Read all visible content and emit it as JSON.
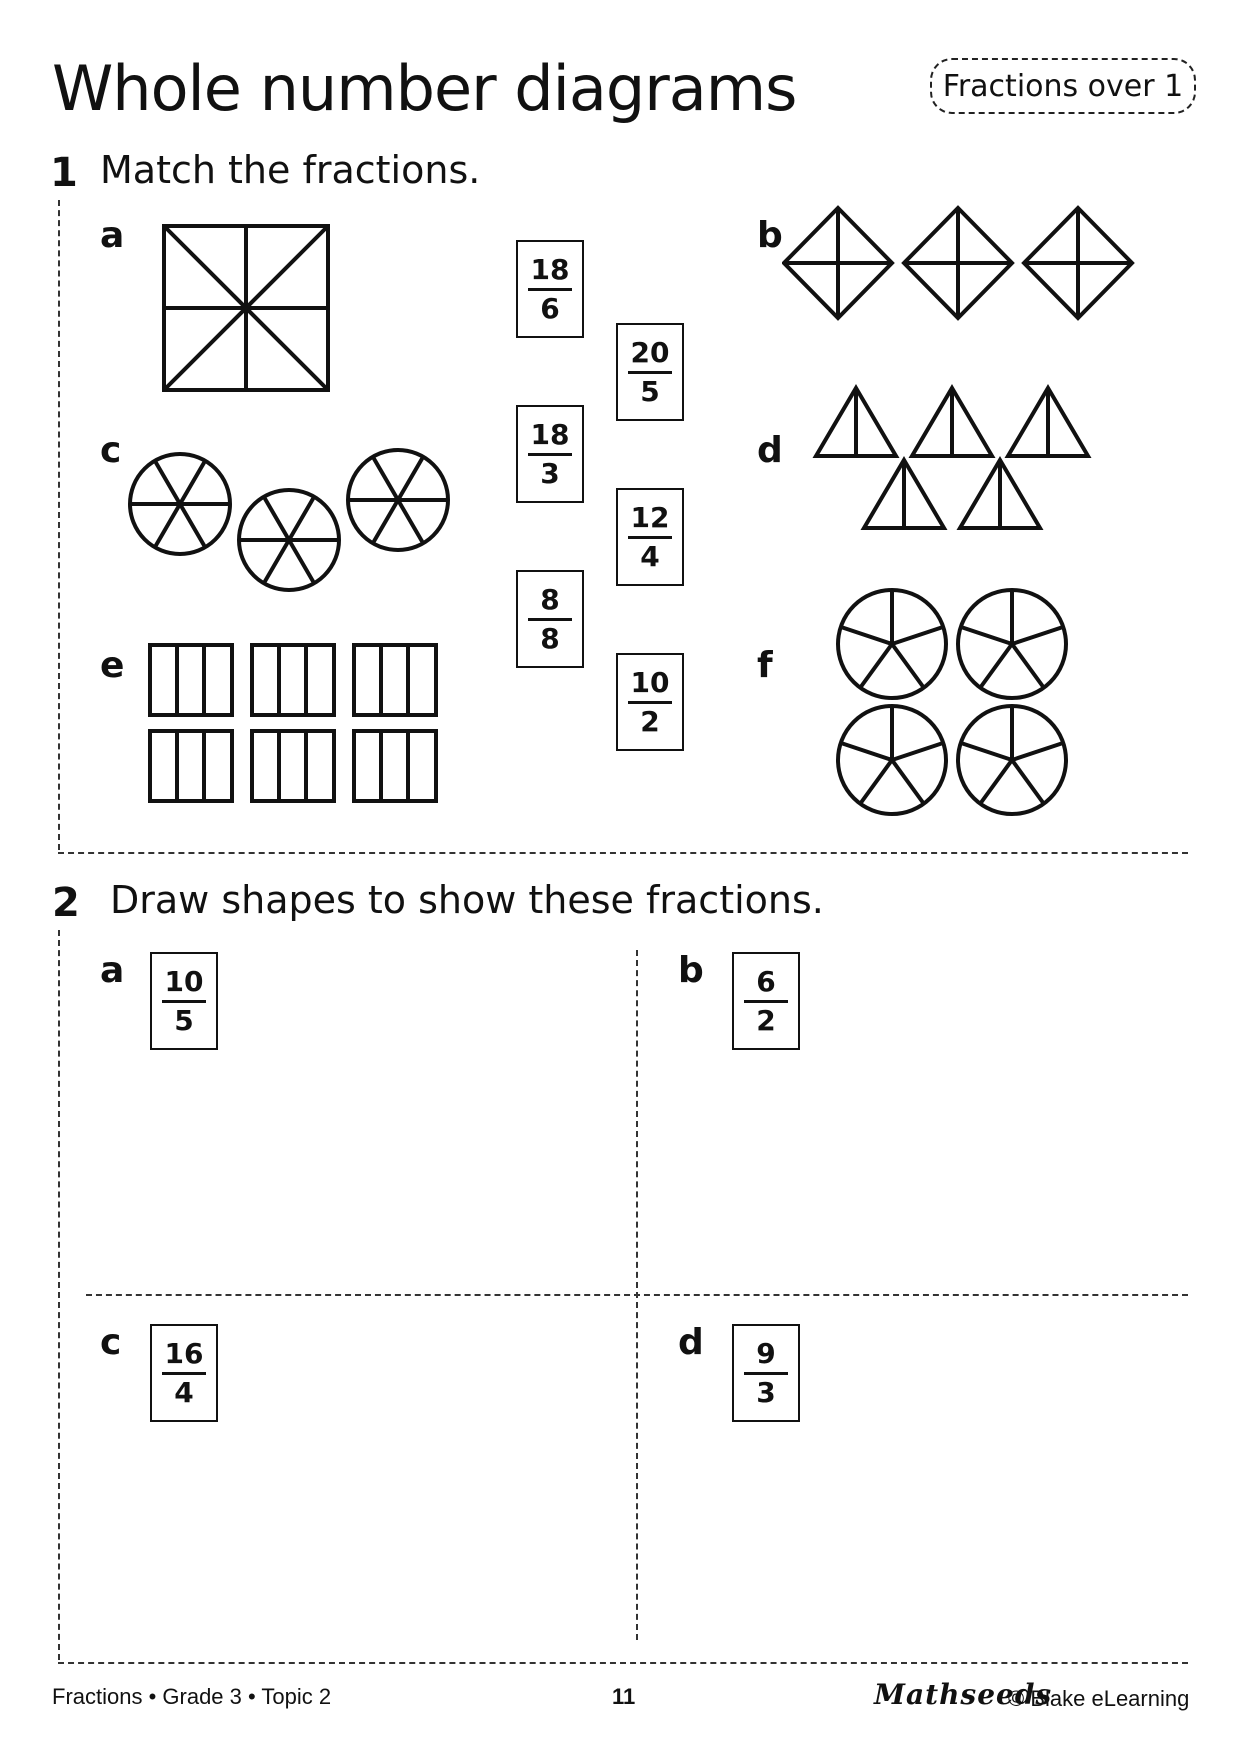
{
  "title": "Whole number diagrams",
  "tag": "Fractions over 1",
  "q1": {
    "number": "1",
    "instruction": "Match the fractions.",
    "labels": [
      "a",
      "b",
      "c",
      "d",
      "e",
      "f"
    ],
    "fractions": [
      {
        "num": "18",
        "den": "6"
      },
      {
        "num": "18",
        "den": "3"
      },
      {
        "num": "8",
        "den": "8"
      },
      {
        "num": "20",
        "den": "5"
      },
      {
        "num": "12",
        "den": "4"
      },
      {
        "num": "10",
        "den": "2"
      }
    ]
  },
  "q2": {
    "number": "2",
    "instruction": "Draw shapes to show these fractions.",
    "items": [
      {
        "label": "a",
        "num": "10",
        "den": "5"
      },
      {
        "label": "b",
        "num": "6",
        "den": "2"
      },
      {
        "label": "c",
        "num": "16",
        "den": "4"
      },
      {
        "label": "d",
        "num": "9",
        "den": "3"
      }
    ]
  },
  "footer": {
    "left": "Fractions • Grade 3 • Topic 2",
    "page": "11",
    "brand": "Mathseeds",
    "copyright": "© Blake eLearning"
  }
}
